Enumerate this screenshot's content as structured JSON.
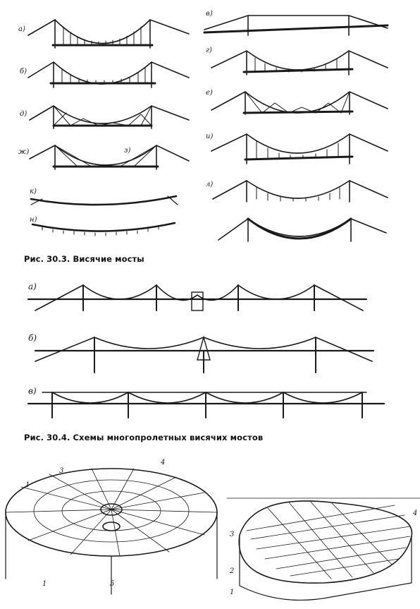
{
  "figure_303": {
    "caption": "Рис. 30.3. Висячие мосты",
    "labels_left": [
      "а)",
      "б)",
      "д)",
      "ж)",
      "з)",
      "к)",
      "н)"
    ],
    "labels_right": [
      "в)",
      "г)",
      "е)",
      "и)",
      "л)"
    ]
  },
  "figure_304": {
    "caption": "Рис. 30.4. Схемы многопролетных висячих мостов",
    "labels": [
      "а)",
      "б)",
      "в)"
    ]
  },
  "figure_305": {
    "labels_left": [
      "1",
      "3",
      "4",
      "1",
      "5"
    ],
    "labels_right": [
      "3",
      "4",
      "2",
      "1"
    ]
  }
}
